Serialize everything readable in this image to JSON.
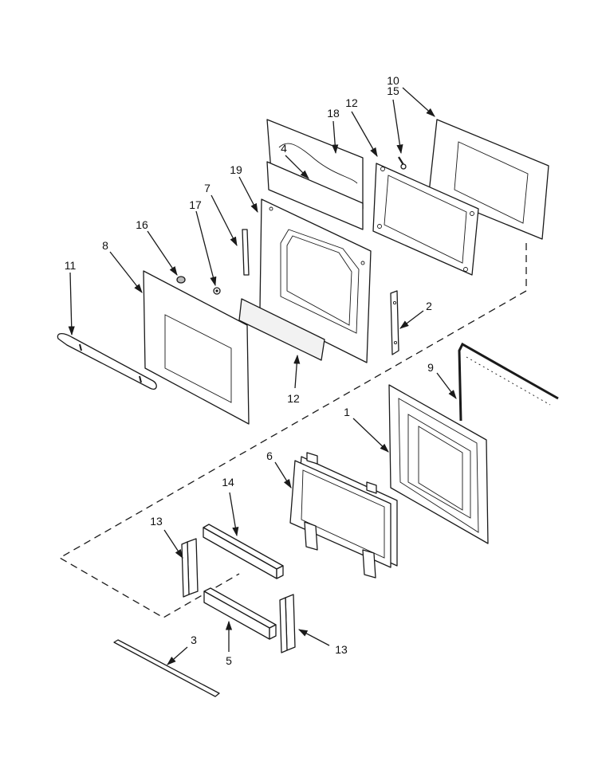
{
  "diagram": {
    "callouts": [
      {
        "id": "c10",
        "label": "10"
      },
      {
        "id": "c15",
        "label": "15"
      },
      {
        "id": "c12a",
        "label": "12"
      },
      {
        "id": "c18",
        "label": "18"
      },
      {
        "id": "c4",
        "label": "4"
      },
      {
        "id": "c19",
        "label": "19"
      },
      {
        "id": "c7",
        "label": "7"
      },
      {
        "id": "c17",
        "label": "17"
      },
      {
        "id": "c16",
        "label": "16"
      },
      {
        "id": "c8",
        "label": "8"
      },
      {
        "id": "c11",
        "label": "11"
      },
      {
        "id": "c2",
        "label": "2"
      },
      {
        "id": "c12b",
        "label": "12"
      },
      {
        "id": "c9",
        "label": "9"
      },
      {
        "id": "c1",
        "label": "1"
      },
      {
        "id": "c6",
        "label": "6"
      },
      {
        "id": "c14",
        "label": "14"
      },
      {
        "id": "c13a",
        "label": "13"
      },
      {
        "id": "c3",
        "label": "3"
      },
      {
        "id": "c5",
        "label": "5"
      },
      {
        "id": "c13b",
        "label": "13"
      }
    ]
  }
}
